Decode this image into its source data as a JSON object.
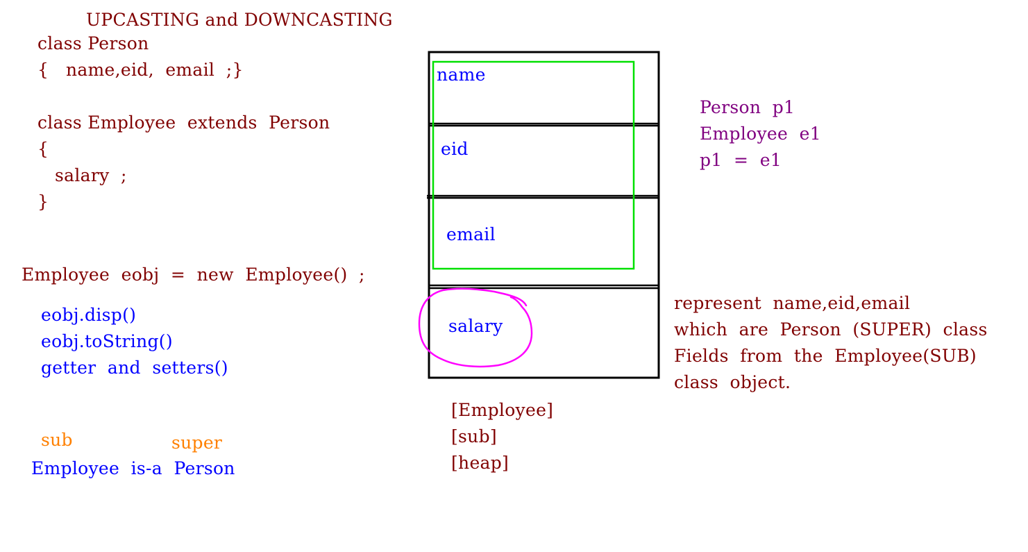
{
  "title": "UPCASTING and DOWNCASTING",
  "code": {
    "person_class": "class Person",
    "person_body": "{   name,eid,  email  ;}",
    "employee_class": "class Employee  extends  Person",
    "open_brace": "{",
    "salary_line": "salary  ;",
    "close_brace": "}",
    "instantiation": "Employee  eobj  =  new  Employee()  ;"
  },
  "methods": [
    "eobj.disp()",
    "eobj.toString()",
    "getter  and  setters()"
  ],
  "relationship": {
    "sub_label": "sub",
    "super_label": "super",
    "statement": "Employee  is-a  Person"
  },
  "memory_box": {
    "fields": [
      "name",
      "eid",
      "email",
      "salary"
    ],
    "labels": [
      "[Employee]",
      "[sub]",
      "[heap]"
    ],
    "colors": {
      "outline": "#000000",
      "super_highlight": "#00e000",
      "sub_circle": "#ff00ff"
    }
  },
  "assignment": [
    "Person  p1",
    "Employee  e1",
    "p1  =  e1"
  ],
  "note": [
    "represent  name,eid,email",
    "which  are  Person  (SUPER)  class",
    "Fields  from  the  Employee(SUB)",
    "class  object."
  ]
}
